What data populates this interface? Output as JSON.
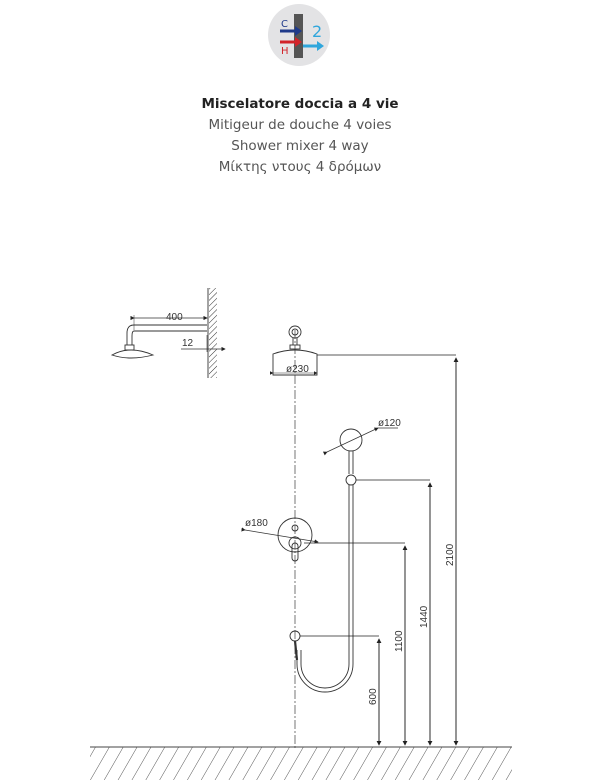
{
  "badge": {
    "icon": "mixer-2-way-icon",
    "cold_label": "C",
    "hot_label": "H",
    "outlets_label": "2",
    "colors": {
      "cold": "#1f3a8a",
      "hot": "#d2232a",
      "outlet": "#2fa6dc",
      "body": "#555555",
      "bg": "#e3e3e5"
    }
  },
  "titles": {
    "it": "Miscelatore doccia a 4 vie",
    "fr": "Mitigeur de douche 4 voies",
    "en": "Shower mixer 4 way",
    "gr": "Μίκτης ντους 4 δρόμων"
  },
  "dimensions": {
    "arm_length": "400",
    "arm_offset": "12",
    "head_diameter": "ø230",
    "hand_shower_diameter": "ø120",
    "mixer_plate_diameter": "ø180",
    "outlet_height": "600",
    "mixer_height": "1100",
    "hand_holder_height": "1440",
    "head_height": "2100"
  }
}
